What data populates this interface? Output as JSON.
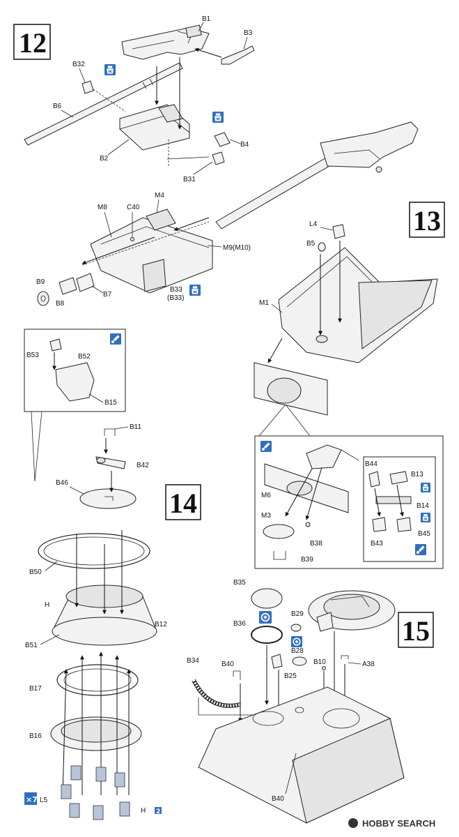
{
  "steps": {
    "s12": "12",
    "s13": "13",
    "s14": "14",
    "s15": "15"
  },
  "labels": {
    "b1": "B1",
    "b3": "B3",
    "b32": "B32",
    "b6": "B6",
    "b2": "B2",
    "b4": "B4",
    "b31": "B31",
    "m4": "M4",
    "m8": "M8",
    "c40": "C40",
    "m9": "M9(M10)",
    "b9": "B9",
    "b8": "B8",
    "b7": "B7",
    "b33": "B33",
    "b33b": "(B33)",
    "l4": "L4",
    "b5": "B5",
    "m1": "M1",
    "b53": "B53",
    "b52": "B52",
    "b15": "B15",
    "b11": "B11",
    "b42": "B42",
    "b46": "B46",
    "b50": "B50",
    "h": "H",
    "b12": "B12",
    "b51": "B51",
    "b17": "B17",
    "b16": "B16",
    "l5": "L5",
    "x7": "×7",
    "h2": "H",
    "h2n": "2",
    "b44": "B44",
    "b13": "B13",
    "b14": "B14",
    "b45": "B45",
    "b43": "B43",
    "m6": "M6",
    "m3": "M3",
    "b38": "B38",
    "b39": "B39",
    "b35": "B35",
    "b36": "B36",
    "b29": "B29",
    "b28": "B28",
    "b10": "B10",
    "a38": "A38",
    "b34": "B34",
    "b40": "B40",
    "b25": "B25",
    "b40b": "B40"
  },
  "icons": {
    "cement": "cement-icon",
    "paint": "paint-icon",
    "choice": "choice-icon"
  },
  "colors": {
    "accent": "#2f6fbf",
    "track": "#b8c4d8"
  },
  "watermark": {
    "text": "HOBBY SEARCH"
  }
}
